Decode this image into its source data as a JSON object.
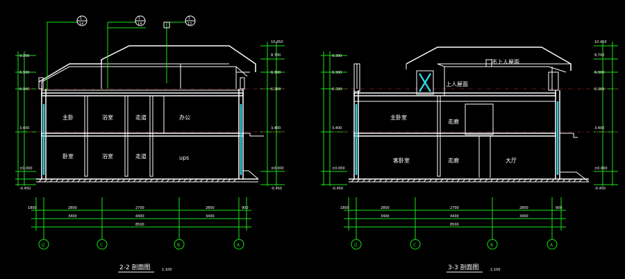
{
  "colors": {
    "background": "#000000",
    "line": "#ffffff",
    "dimension": "#19e619",
    "axis": "#8a1f1f",
    "glass": "#2fd6e8"
  },
  "sections": [
    {
      "title": "2-2 剖面图",
      "scale": "1:100",
      "grid_labels": [
        "D",
        "C",
        "B",
        "A"
      ],
      "rooms": [
        "主卧",
        "浴室",
        "走道",
        "办公",
        "卧室",
        "浴室",
        "走道",
        "ups"
      ],
      "callouts": [
        "14",
        "14",
        "12"
      ],
      "total_dim": "8500"
    },
    {
      "title": "3-3 剖面图",
      "scale": "1:100",
      "grid_labels": [
        "D",
        "C",
        "B",
        "A"
      ],
      "rooms": [
        "不上人屋面",
        "上人屋面",
        "主卧室",
        "走廊",
        "客卧室",
        "走廊",
        "大厅"
      ],
      "callouts": [],
      "total_dim": "8500"
    }
  ]
}
